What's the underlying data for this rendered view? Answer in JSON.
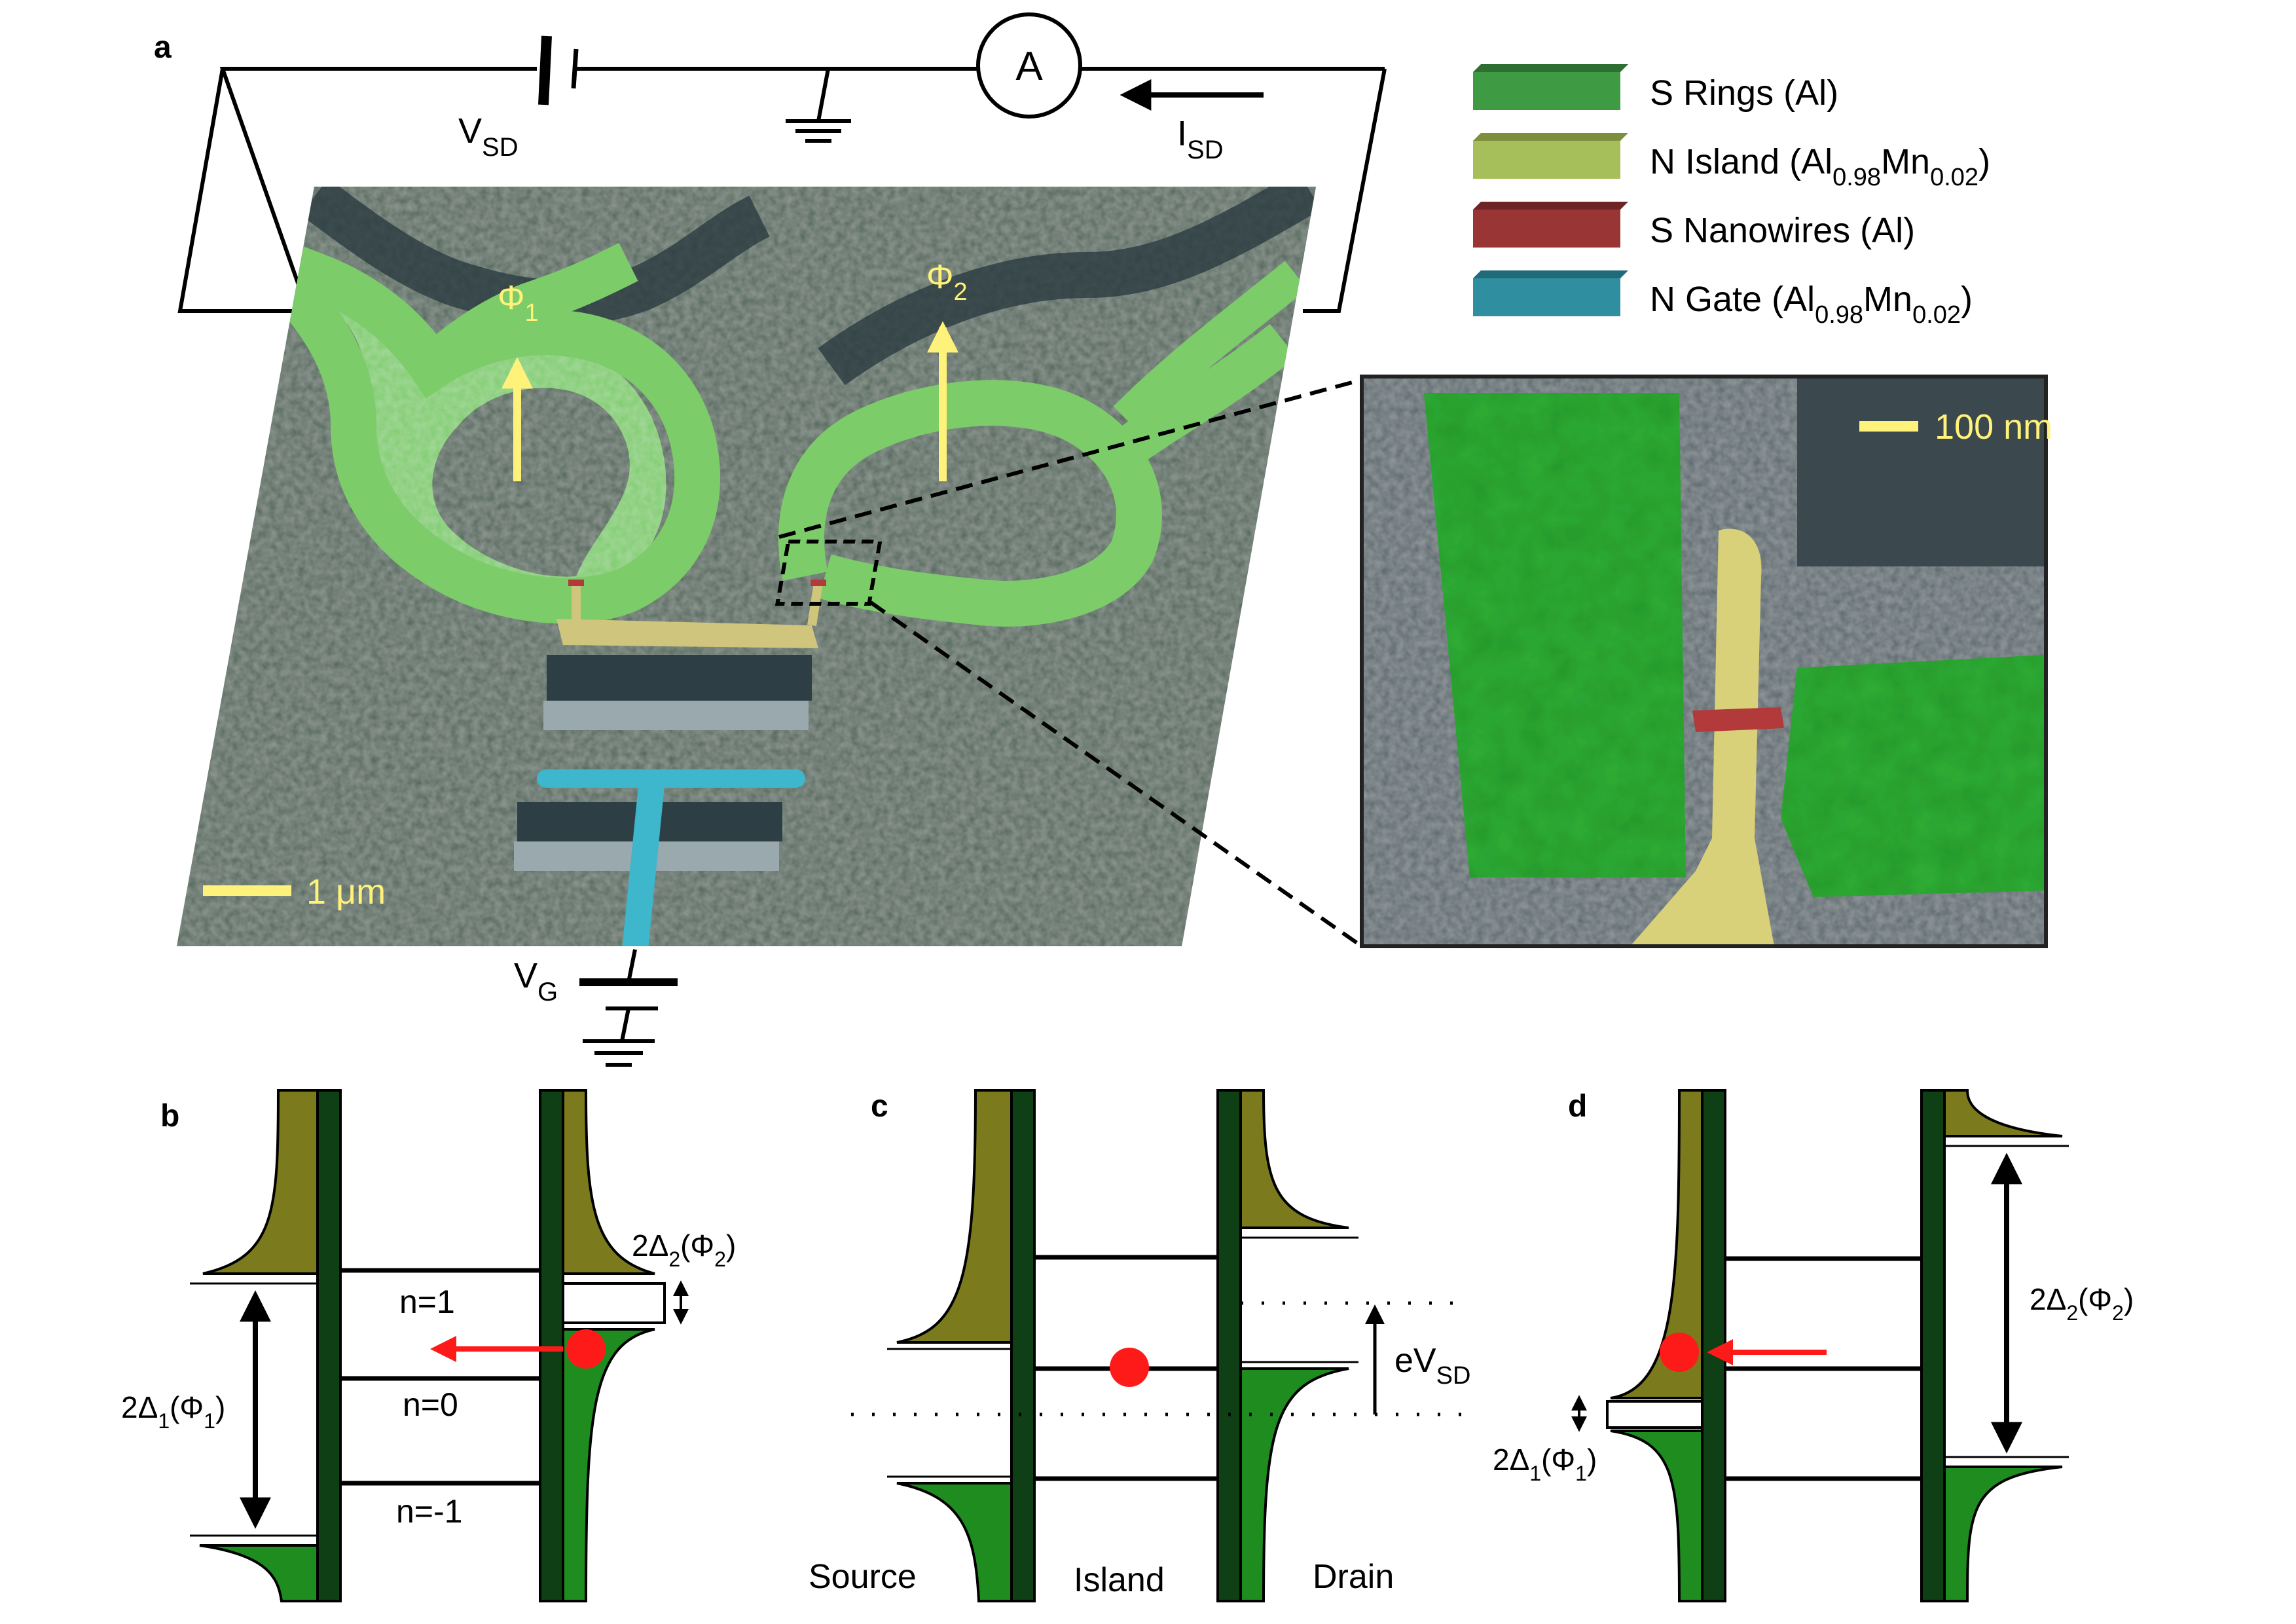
{
  "panels": {
    "a": "a",
    "b": "b",
    "c": "c",
    "d": "d"
  },
  "circuit": {
    "vsd_main": "V",
    "vsd_sub": "SD",
    "ammeter": "A",
    "isd_main": "I",
    "isd_sub": "SD",
    "vg_main": "V",
    "vg_sub": "G"
  },
  "sem": {
    "phi1_main": "Φ",
    "phi1_sub": "1",
    "phi2_main": "Φ",
    "phi2_sub": "2",
    "scalebar": "1 μm",
    "zoom_scalebar": "100 nm"
  },
  "legend": [
    {
      "prefix": "S Rings (Al)",
      "color": "#3f9a44",
      "top": "#2e6e32"
    },
    {
      "prefix": "N Island (Al",
      "sub1": "0.98",
      "mid": "Mn",
      "sub2": "0.02",
      "suffix": ")",
      "color": "#a6bf5a",
      "top": "#7d8f3c"
    },
    {
      "prefix": "S Nanowires (Al)",
      "color": "#9a3535",
      "top": "#6e2424"
    },
    {
      "prefix": "N Gate (Al",
      "sub1": "0.98",
      "mid": "Mn",
      "sub2": "0.02",
      "suffix": ")",
      "color": "#2f8ea0",
      "top": "#1f6b7a"
    }
  ],
  "panel_b": {
    "n1": "n=1",
    "n0": "n=0",
    "nm1": "n=-1",
    "gap1": "2Δ",
    "gap1_sub": "1",
    "gap1_arg": "(Φ",
    "gap1_arg_sub": "1",
    "gap2": "2Δ",
    "gap2_sub": "2",
    "gap2_arg": "(Φ",
    "gap2_arg_sub": "2"
  },
  "panel_c": {
    "source": "Source",
    "island": "Island",
    "drain": "Drain",
    "bias": "eV",
    "bias_sub": "SD"
  },
  "panel_d": {
    "gap1": "2Δ",
    "gap1_sub": "1",
    "gap1_arg": "(Φ",
    "gap1_arg_sub": "1",
    "gap2": "2Δ",
    "gap2_sub": "2",
    "gap2_arg": "(Φ",
    "gap2_arg_sub": "2"
  },
  "colors": {
    "olive_dos": "#7b7a1c",
    "green_dos": "#1f8c1f",
    "electrode": "#0f3f14",
    "electron": "#ff1a1a",
    "sem_bg": "#4e6457",
    "ring": "#7ccc6a",
    "island": "#cfc57d",
    "gate": "#3eb6cc",
    "label_yellow": "#fff27a"
  }
}
